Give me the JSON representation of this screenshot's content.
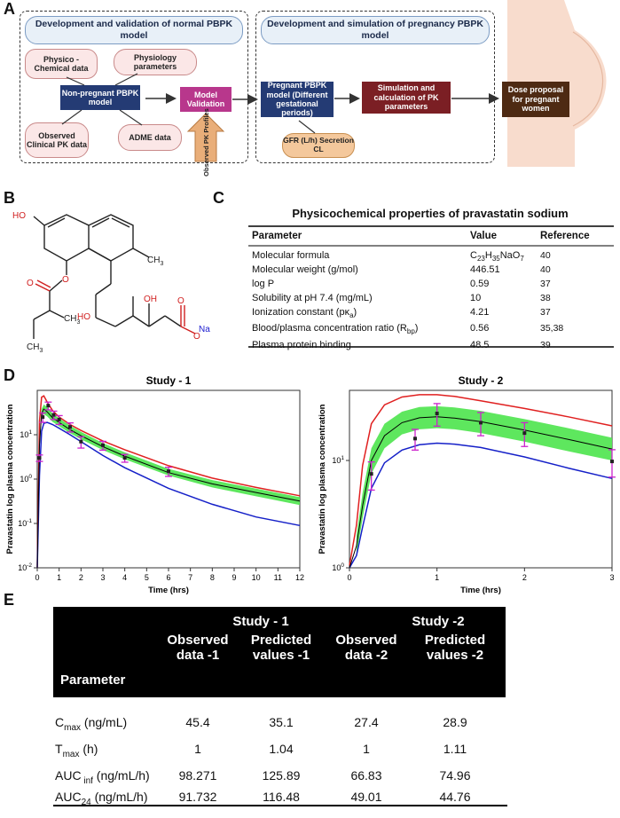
{
  "panels": {
    "a": "A",
    "b": "B",
    "c": "C",
    "d": "D",
    "e": "E"
  },
  "panel_a": {
    "left_title": "Development and validation of normal PBPK model",
    "right_title": "Development and simulation of pregnancy PBPK model",
    "physchem": "Physico -Chemical data",
    "physiology": "Physiology parameters",
    "nonpreg": "Non-pregnant  PBPK model",
    "observed_clin": "Observed Clinical PK data",
    "adme": "ADME data",
    "model_validation": "Model Validation",
    "observed_pk": "Observed PK Profiles",
    "preg_model": "Pregnant PBPK model (Different gestational periods)",
    "gfr": "GFR (L/h) Secretion CL",
    "sim": "Simulation and calculation of PK parameters",
    "dose": "Dose proposal for pregnant women"
  },
  "panel_b": {
    "atoms": {
      "ho": "HO",
      "ch3_a": "CH",
      "ch3_a_sub": "3",
      "oh": "OH",
      "ho2": "HO",
      "o1": "O",
      "o2": "O",
      "o3": "O",
      "o4": "O",
      "na": "Na",
      "ch3_b": "CH",
      "ch3_b_sub": "3",
      "ch3_c": "CH",
      "ch3_c_sub": "3"
    }
  },
  "panel_c": {
    "title": "Physicochemical properties of pravastatin sodium",
    "headers": [
      "Parameter",
      "Value",
      "Reference"
    ],
    "rows": [
      {
        "param": "Molecular formula",
        "value": "C23H35NaO7",
        "ref": "40"
      },
      {
        "param": "Molecular weight (g/mol)",
        "value": "446.51",
        "ref": "40"
      },
      {
        "param": "log P",
        "value": "0.59",
        "ref": "37"
      },
      {
        "param": "Solubility at pH 7.4 (mg/mL)",
        "value": "10",
        "ref": "38"
      },
      {
        "param": "Ionization constant (pKa)",
        "value": "4.21",
        "ref": "37"
      },
      {
        "param": "Blood/plasma concentration ratio (Rbp)",
        "value": "0.56",
        "ref": "35,38"
      },
      {
        "param": "Plasma protein binding",
        "value": "48.5",
        "ref": "39"
      }
    ],
    "formula": {
      "c": "C",
      "c_sub": "23",
      "h": "H",
      "h_sub": "35",
      "rest": "NaO",
      "o_sub": "7"
    },
    "pka": {
      "pre": "Ionization constant (pκ",
      "sub": "a",
      "post": ")"
    },
    "rbp": {
      "pre": "Blood/plasma concentration ratio (R",
      "sub": "bp",
      "post": ")"
    }
  },
  "chart_data": [
    {
      "type": "line",
      "title": "Study - 1",
      "xlabel": "Time (hrs)",
      "ylabel": "Pravastatin log  plasma concentration",
      "yscale": "log",
      "xlim": [
        0,
        12
      ],
      "ylim": [
        0.01,
        100
      ],
      "xticks": [
        0,
        1,
        2,
        3,
        4,
        5,
        6,
        7,
        8,
        9,
        10,
        11,
        12
      ],
      "yticks": [
        0.01,
        0.1,
        1,
        10
      ],
      "ytick_labels": [
        "10-2",
        "10-1",
        "100",
        "101"
      ],
      "series": [
        {
          "color": "#e02020",
          "x": [
            0,
            0.1,
            0.2,
            0.3,
            0.45,
            0.7,
            1,
            1.5,
            2,
            3,
            4,
            6,
            8,
            10,
            12
          ],
          "y": [
            0.01,
            20,
            70,
            75,
            55,
            35,
            25,
            17,
            12.5,
            7.2,
            4.6,
            2.0,
            1.05,
            0.65,
            0.42
          ]
        },
        {
          "color": "#1520c8",
          "x": [
            0,
            0.1,
            0.2,
            0.3,
            0.45,
            0.7,
            1,
            1.5,
            2,
            3,
            4,
            6,
            8,
            10,
            12
          ],
          "y": [
            0.01,
            1.2,
            12,
            18,
            19,
            17,
            14,
            10,
            7.0,
            3.4,
            1.8,
            0.62,
            0.27,
            0.14,
            0.09
          ]
        },
        {
          "color": "#000000",
          "x": [
            0,
            0.1,
            0.2,
            0.3,
            0.45,
            0.7,
            1,
            1.5,
            2,
            3,
            4,
            6,
            8,
            10,
            12
          ],
          "y": [
            0.01,
            6,
            30,
            38,
            33,
            24,
            19,
            13,
            9.5,
            5.4,
            3.3,
            1.4,
            0.78,
            0.5,
            0.32
          ]
        }
      ],
      "ci_band": {
        "x": [
          0.1,
          0.2,
          0.3,
          0.45,
          0.7,
          1,
          1.5,
          2,
          3,
          4,
          6,
          8,
          10,
          12
        ],
        "lower": [
          4.5,
          22,
          29,
          26,
          19.5,
          15.5,
          10.8,
          7.9,
          4.5,
          2.8,
          1.2,
          0.65,
          0.41,
          0.26
        ],
        "upper": [
          8,
          38,
          48,
          42,
          30,
          23.5,
          16,
          11.6,
          6.5,
          4.0,
          1.7,
          0.95,
          0.61,
          0.39
        ]
      },
      "observed": {
        "x": [
          0.1,
          0.25,
          0.5,
          0.75,
          1,
          1.5,
          2,
          3,
          4,
          6
        ],
        "y": [
          3.0,
          25,
          45.4,
          28,
          22,
          15,
          7.0,
          5.8,
          3.0,
          1.5
        ],
        "err": [
          0.5,
          6,
          9,
          6,
          5,
          3.5,
          2,
          1.3,
          0.6,
          0.35
        ]
      }
    },
    {
      "type": "line",
      "title": "Study - 2",
      "xlabel": "Time (hrs)",
      "ylabel": "Pravastatin log  plasma concentration",
      "yscale": "log",
      "xlim": [
        0,
        3
      ],
      "ylim": [
        1,
        45
      ],
      "xticks": [
        0,
        1,
        2,
        3
      ],
      "yticks": [
        1,
        10
      ],
      "ytick_labels": [
        "100",
        "101"
      ],
      "series": [
        {
          "color": "#e02020",
          "x": [
            0,
            0.08,
            0.15,
            0.25,
            0.4,
            0.6,
            0.8,
            1,
            1.2,
            1.5,
            2,
            2.5,
            3
          ],
          "y": [
            1.05,
            2.5,
            9,
            22,
            33,
            39,
            41,
            41,
            39.5,
            36,
            30.5,
            25.5,
            21
          ]
        },
        {
          "color": "#1520c8",
          "x": [
            0,
            0.08,
            0.15,
            0.25,
            0.4,
            0.6,
            0.8,
            1,
            1.2,
            1.5,
            2,
            2.5,
            3
          ],
          "y": [
            1,
            1.3,
            2.4,
            5.5,
            9.5,
            12.5,
            14,
            14.5,
            14.2,
            13.2,
            10.8,
            8.5,
            6.8
          ]
        },
        {
          "color": "#000000",
          "x": [
            0,
            0.08,
            0.15,
            0.25,
            0.4,
            0.6,
            0.8,
            1,
            1.2,
            1.5,
            2,
            2.5,
            3
          ],
          "y": [
            1,
            1.6,
            3.8,
            10,
            17,
            22.5,
            25,
            25.5,
            24.8,
            23,
            19.2,
            15.7,
            12.8
          ]
        }
      ],
      "ci_band": {
        "x": [
          0.08,
          0.15,
          0.25,
          0.4,
          0.6,
          0.8,
          1,
          1.2,
          1.5,
          2,
          2.5,
          3
        ],
        "lower": [
          1.3,
          2.9,
          7.5,
          13,
          17.5,
          19.5,
          20,
          19.5,
          18,
          15,
          12.2,
          10
        ],
        "upper": [
          2.0,
          5.0,
          13,
          22,
          28.5,
          31.5,
          32,
          31.2,
          29,
          24.3,
          20,
          16.3
        ]
      },
      "observed": {
        "x": [
          0.25,
          0.75,
          1,
          1.5,
          2,
          3
        ],
        "y": [
          7.5,
          16,
          27.4,
          22.5,
          18,
          9.8
        ],
        "err": [
          2.2,
          3.5,
          6.5,
          5.5,
          4.5,
          2.8
        ]
      }
    }
  ],
  "panel_e": {
    "study1": "Study - 1",
    "study2": "Study -2",
    "parameter": "Parameter",
    "h_obs1": "Observed data -1",
    "h_pred1": "Predicted values -1",
    "h_obs2": "Observed data -2",
    "h_pred2": "Predicted values -2",
    "rows": [
      {
        "name": "C",
        "sub": "max",
        "unit": " (ng/mL)",
        "v": [
          "45.4",
          "35.1",
          "27.4",
          "28.9"
        ]
      },
      {
        "name": "T",
        "sub": "max",
        "unit": " (h)",
        "v": [
          "1",
          "1.04",
          "1",
          "1.11"
        ]
      },
      {
        "name": "AUC",
        "sub": " inf",
        "unit": " (ng/mL/h)",
        "v": [
          "98.271",
          "125.89",
          "66.83",
          "74.96"
        ]
      },
      {
        "name": "AUC",
        "sub": "24",
        "unit": " (ng/mL/h)",
        "v": [
          "91.732",
          "116.48",
          "49.01",
          "44.76"
        ]
      }
    ]
  }
}
